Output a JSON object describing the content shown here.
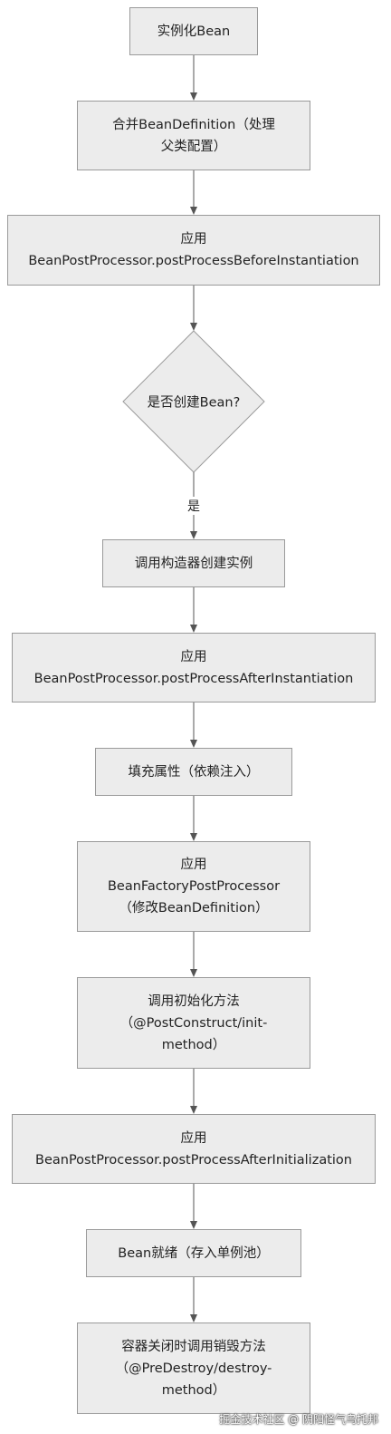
{
  "nodes": {
    "instantiate": {
      "lines": [
        "实例化Bean"
      ]
    },
    "merge": {
      "lines": [
        "合并BeanDefinition（处理",
        "父类配置）"
      ]
    },
    "before_inst": {
      "lines": [
        "应用",
        "BeanPostProcessor.postProcessBeforeInstantiation"
      ]
    },
    "decision": {
      "text": "是否创建Bean?"
    },
    "constructor": {
      "lines": [
        "调用构造器创建实例"
      ]
    },
    "after_inst": {
      "lines": [
        "应用",
        "BeanPostProcessor.postProcessAfterInstantiation"
      ]
    },
    "populate": {
      "lines": [
        "填充属性（依赖注入）"
      ]
    },
    "factory_pp": {
      "lines": [
        "应用",
        "BeanFactoryPostProcessor",
        "（修改BeanDefinition）"
      ]
    },
    "init": {
      "lines": [
        "调用初始化方法",
        "（@PostConstruct/init-",
        "method）"
      ]
    },
    "after_init": {
      "lines": [
        "应用",
        "BeanPostProcessor.postProcessAfterInitialization"
      ]
    },
    "ready": {
      "lines": [
        "Bean就绪（存入单例池）"
      ]
    },
    "destroy": {
      "lines": [
        "容器关闭时调用销毁方法",
        "（@PreDestroy/destroy-",
        "method）"
      ]
    }
  },
  "edge_labels": {
    "yes": "是"
  },
  "watermark": "掘金技术社区 @ 阴阳怪气乌托邦",
  "colors": {
    "node_fill": "#ececec",
    "node_border": "#9a9a9a",
    "edge": "#555555"
  }
}
